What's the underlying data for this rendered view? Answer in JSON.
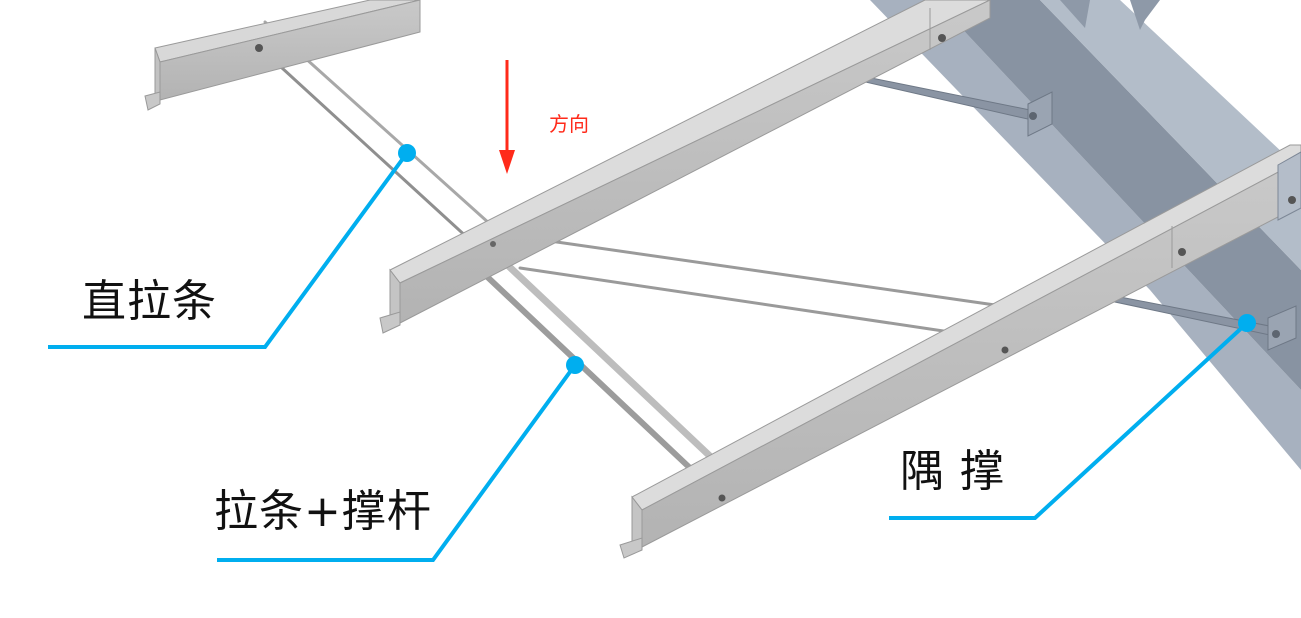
{
  "diagram": {
    "background": "#ffffff",
    "subject": "purlin bracing system (Z-purlins on steel rafter)",
    "colors": {
      "callout": "#00aeef",
      "direction_arrow": "#ff2a1a",
      "purlin_top": "#d9d9d9",
      "purlin_web": "#bdbdbd",
      "purlin_edge": "#8a8a8a",
      "rafter_light": "#aab4c2",
      "rafter_dark": "#7f8a99",
      "brace": "#8c96a4",
      "rod": "#9a9a9a",
      "label_text": "#111111"
    }
  },
  "direction": {
    "label": "方向",
    "arrow": "down-arrow"
  },
  "callouts": [
    {
      "id": "straight-tie-rod",
      "label": "直拉条",
      "dot": [
        407,
        153
      ],
      "elbow": [
        265,
        347
      ],
      "line_end": [
        48,
        347
      ]
    },
    {
      "id": "tie-rod-and-strut",
      "label": "拉条+撑杆",
      "dot": [
        575,
        365
      ],
      "elbow": [
        433,
        560
      ],
      "line_end": [
        217,
        560
      ]
    },
    {
      "id": "knee-brace",
      "label": "隅 撑",
      "dot": [
        1247,
        323
      ],
      "elbow": [
        1035,
        518
      ],
      "line_end": [
        889,
        518
      ]
    }
  ]
}
